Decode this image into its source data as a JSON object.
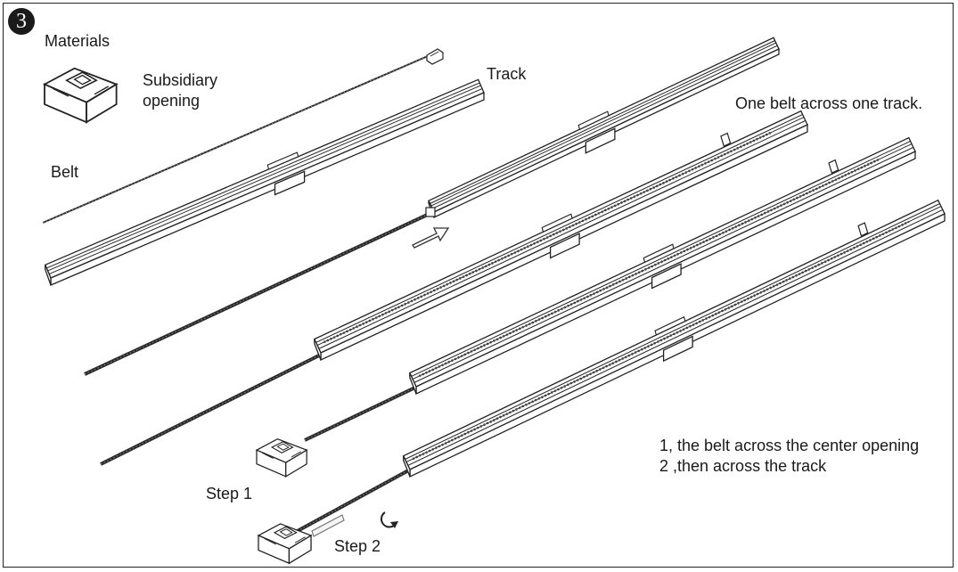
{
  "step_number": "3",
  "labels": {
    "materials": "Materials",
    "subsidiary_line1": "Subsidiary",
    "subsidiary_line2": "opening",
    "track": "Track",
    "belt": "Belt",
    "one_belt": "One belt across  one track.",
    "step1": "Step 1",
    "step2": "Step 2"
  },
  "instructions": [
    "1, the belt across the center opening",
    "2 ,then across the track"
  ],
  "icons": [
    "subsidiary-opening-block-icon",
    "arrow-right-icon",
    "rotate-arrow-icon"
  ],
  "colors": {
    "line": "#222222",
    "fill": "#ffffff",
    "belt": "#2b2b2b"
  }
}
